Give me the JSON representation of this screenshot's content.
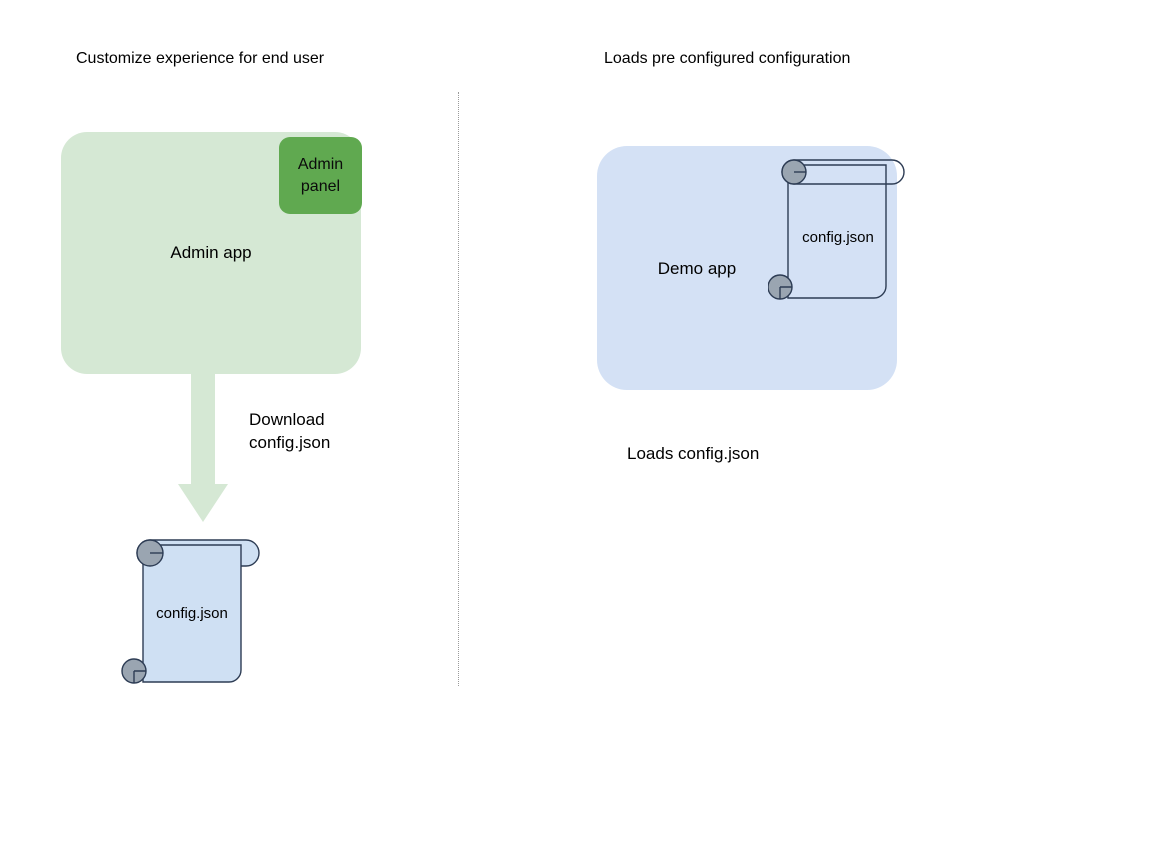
{
  "diagram": {
    "title_left": "Customize experience for end user",
    "title_right": "Loads pre configured configuration",
    "left_panel": {
      "app_box_label": "Admin app",
      "admin_panel_label": "Admin\npanel",
      "arrow_caption": "Download\nconfig.json",
      "file_label": "config.json"
    },
    "right_panel": {
      "app_box_label": "Demo app",
      "file_label": "config.json",
      "caption": "Loads config.json"
    },
    "colors": {
      "admin_app_fill": "#d5e8d4",
      "admin_panel_fill": "#60a950",
      "demo_app_fill": "#d4e1f5",
      "scroll_fill": "#cfe0f3",
      "scroll_stroke": "#2d3c54",
      "scroll_curl_fill": "#9aa5b1",
      "arrow_fill": "#d5e8d4",
      "divider_color": "#9a9a9a",
      "text_color": "#000000"
    }
  }
}
